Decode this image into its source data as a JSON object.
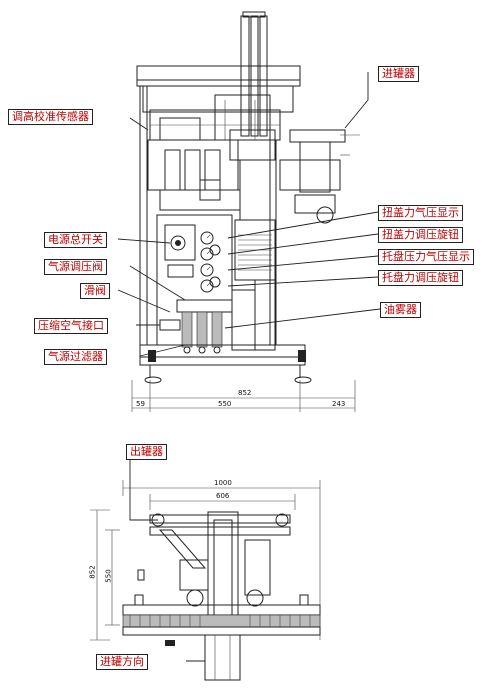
{
  "labels": {
    "jin_guan_qi": "进罐器",
    "tiao_gao": "调高校准传感器",
    "niu_gai_xianshi": "扭盖力气压显示",
    "niu_gai_xuanniu": "扭盖力调压旋钮",
    "dian_yuan": "电源总开关",
    "tuo_pan_xianshi": "托盘压力气压显示",
    "qi_yuan_tiaoya": "气源调压阀",
    "tuo_pan_xuanniu": "托盘力调压旋钮",
    "hua_fa": "滑阀",
    "you_wu_qi": "油雾器",
    "ya_suo": "压缩空气接口",
    "qi_yuan_guolv": "气源过滤器",
    "chu_guan_qi": "出罐器",
    "jin_guan_fangxiang": "进罐方向"
  },
  "dimensions": {
    "total_width": "852",
    "left_small": "59",
    "middle": "550",
    "right": "243",
    "plan_width": "1000",
    "plan_inner": "606",
    "plan_height": "852",
    "plan_inner_height": "550"
  }
}
